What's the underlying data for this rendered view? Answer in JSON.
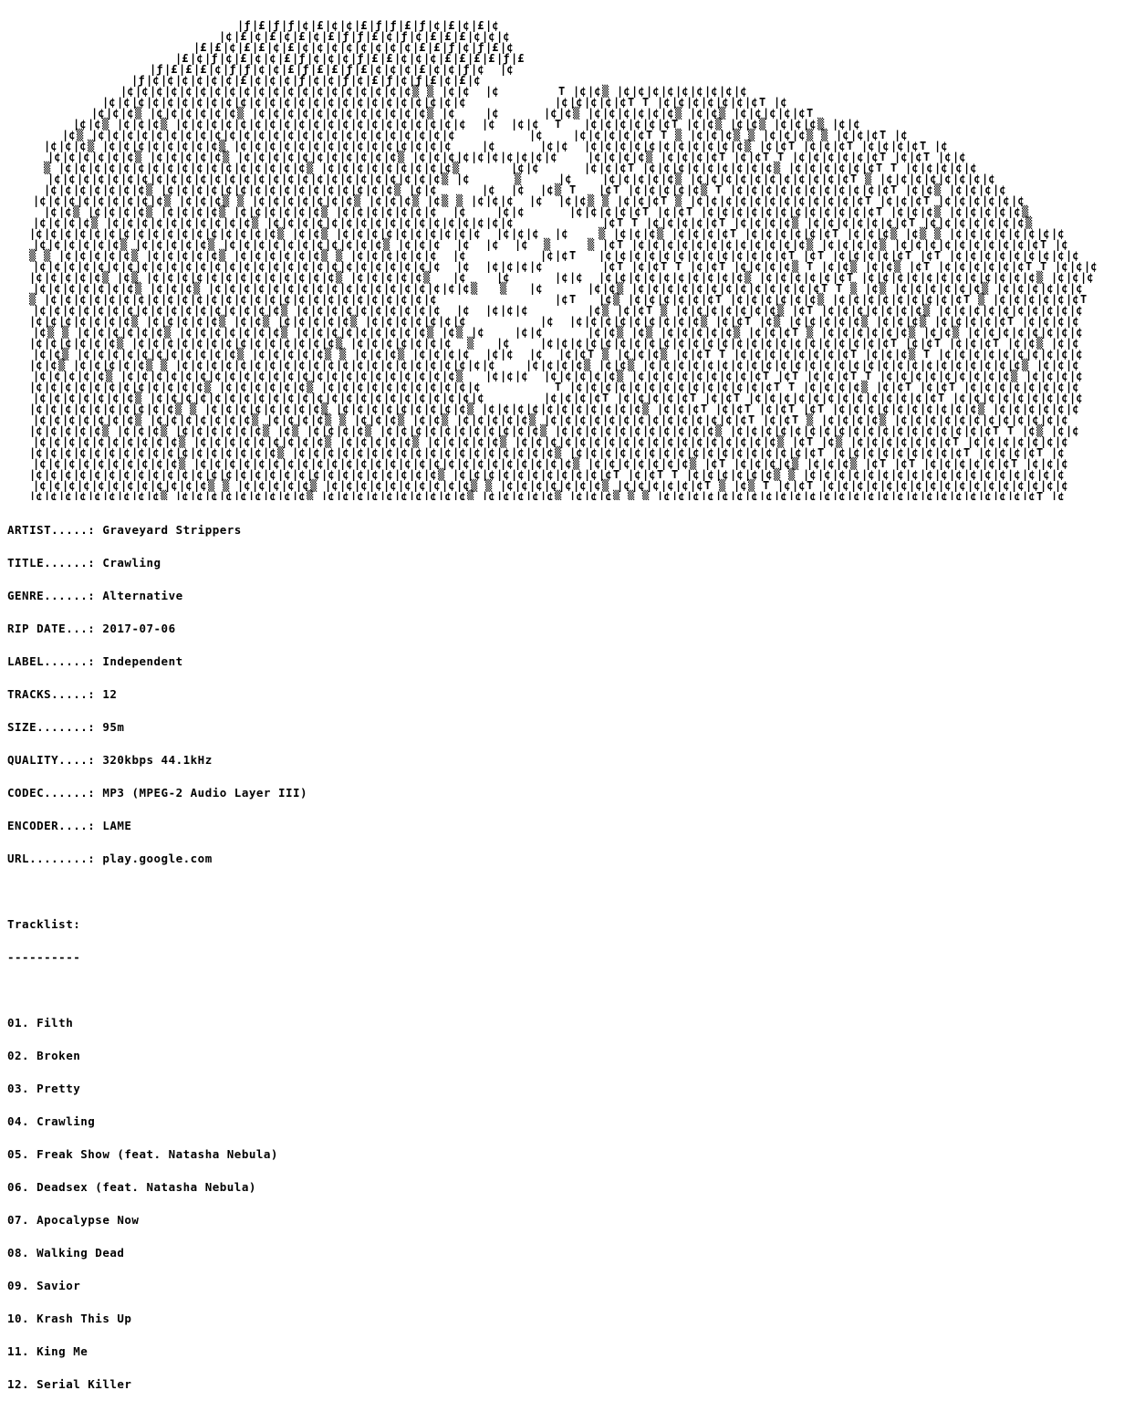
{
  "info": {
    "artist_label": "ARTIST.....:",
    "artist": "Graveyard Strippers",
    "title_label": "TITLE......:",
    "title": "Crawling",
    "genre_label": "GENRE......:",
    "genre": "Alternative",
    "rip_date_label": "RIP DATE...:",
    "rip_date": "2017-07-06",
    "label_label": "LABEL......:",
    "label": "Independent",
    "tracks_label": "TRACKS.....:",
    "tracks": "12",
    "size_label": "SIZE.......:",
    "size": "95m",
    "quality_label": "QUALITY....:",
    "quality": "320kbps 44.1kHz",
    "codec_label": "CODEC......:",
    "codec": "MP3 (MPEG-2 Audio Layer III)",
    "encoder_label": "ENCODER....:",
    "encoder": "LAME",
    "url_label": "URL........:",
    "url": "play.google.com"
  },
  "tracklist": {
    "heading": "Tracklist:",
    "underline": "----------",
    "tracks": [
      "01. Filth",
      "02. Broken",
      "03. Pretty",
      "04. Crawling",
      "05. Freak Show (feat. Natasha Nebula)",
      "06. Deadsex (feat. Natasha Nebula)",
      "07. Apocalypse Now",
      "08. Walking Dead",
      "09. Savior",
      "10. Krash This Up",
      "11. King Me",
      "12. Serial Killer"
    ]
  },
  "art": {
    "glyphs": [
      "|¢",
      "|£",
      "|ƒ",
      "T",
      "▒"
    ],
    "color": "#000000"
  }
}
